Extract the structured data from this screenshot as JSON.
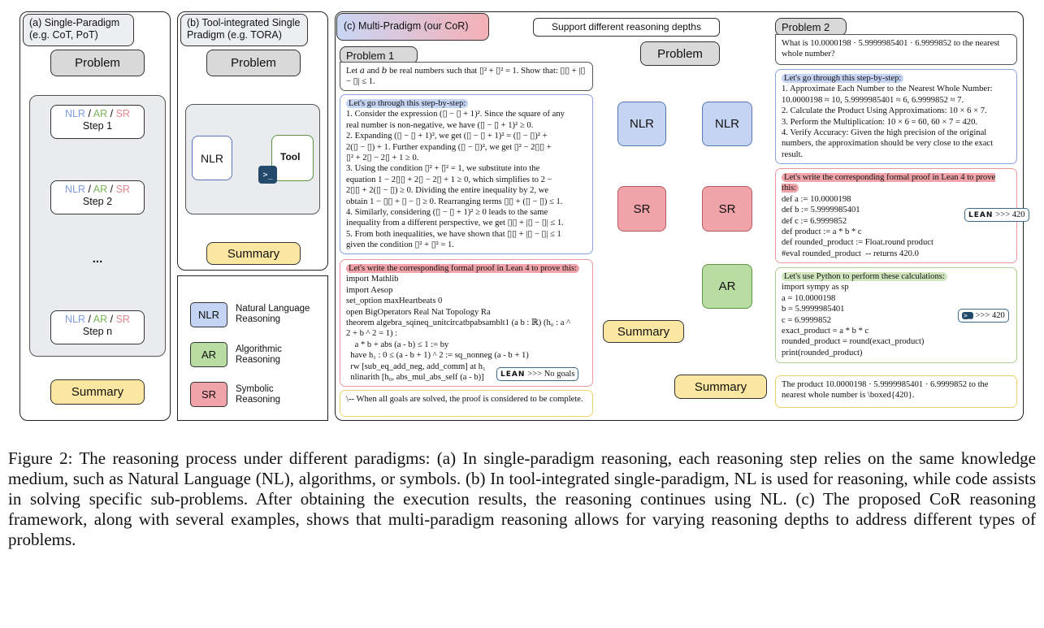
{
  "panel_a": {
    "tab": "(a) Single-Paradigm\n(e.g. CoT, PoT)",
    "problem": "Problem",
    "nlr": "NLR",
    "ar": "AR",
    "sr": "SR",
    "sep": " / ",
    "step1": "Step 1",
    "step2": "Step 2",
    "dots": "...",
    "stepn": "Step n",
    "summary": "Summary"
  },
  "panel_b": {
    "tab": "(b) Tool-integrated Single\nPradigm (e.g. TORA)",
    "problem": "Problem",
    "nlr": "NLR",
    "tool": "Tool",
    "summary": "Summary"
  },
  "legend": {
    "items": [
      {
        "key": "NLR",
        "label": "Natural Language\nReasoning"
      },
      {
        "key": "AR",
        "label": "Algorithmic\nReasoning"
      },
      {
        "key": "SR",
        "label": "Symbolic\nReasoning"
      }
    ]
  },
  "panel_c": {
    "tab": "(c) Multi-Pradigm (our CoR)",
    "callout": "Support different reasoning depths",
    "problem": "Problem",
    "nlr": "NLR",
    "sr": "SR",
    "ar": "AR",
    "summary": "Summary",
    "p1": {
      "tab": "Problem 1",
      "statement": "Let 𝑎 and 𝑏 be real numbers such that ▯² + ▯² = 1. Show that: ▯▯ + |▯ − ▯| ≤ 1.",
      "nl_head": "Let's go through this step-by-step:",
      "nl_lines": [
        "1. Consider the expression (▯ − ▯ + 1)². Since the square of any",
        "real number is non-negative, we have (▯ − ▯ + 1)² ≥ 0.",
        "2. Expanding (▯ − ▯ + 1)², we get (▯ − ▯ + 1)² = (▯ − ▯)² +",
        "2(▯ − ▯) + 1. Further expanding (▯ − ▯)², we get ▯² − 2▯▯ +",
        "▯² + 2▯ − 2▯ + 1 ≥ 0.",
        "3. Using the condition ▯² + ▯² = 1, we substitute into the",
        "equation 1 − 2▯▯ + 2▯ − 2▯ + 1 ≥ 0, which simplifies to 2 −",
        "2▯▯ + 2(▯ − ▯) ≥ 0. Dividing the entire inequality by 2, we",
        "obtain 1 − ▯▯ + ▯ − ▯ ≥ 0. Rearranging terms ▯▯ + (▯ − ▯) ≤ 1.",
        "4. Similarly, considering (▯ − ▯ + 1)² ≥ 0 leads to the same",
        "inequality from a different perspective, we get ▯▯ + |▯ − ▯| ≤ 1.",
        "5. From both inequalities, we have shown that ▯▯ + |▯ − ▯| ≤ 1",
        "given the condition ▯² + ▯² = 1."
      ],
      "sr_head": "Let's write the corresponding formal proof in Lean 4 to prove this:",
      "sr_lines": [
        "import Mathlib",
        "import Aesop",
        "set_option maxHeartbeats 0",
        "open BigOperators Real Nat Topology Ra",
        "theorem algebra_sqineq_unitcircatbpabsamblt1 (a b : ℝ) (h₀ : a ^",
        "2 + b ^ 2 = 1) :",
        "    a * b + abs (a - b) ≤ 1 := by",
        "  have h₁ : 0 ≤ (a - b + 1) ^ 2 := sq_nonneg (a - b + 1)",
        "  rw [sub_eq_add_neg, add_comm] at h₁",
        "  nlinarith [h₀, abs_mul_abs_self (a - b)]"
      ],
      "lean_badge": "LEAN",
      "lean_result": ">>> No goals",
      "summary_text": "\\-- When all goals are solved, the proof is considered to be complete."
    },
    "p2": {
      "tab": "Problem 2",
      "statement": "What is 10.0000198 · 5.9999985401 · 6.9999852 to the nearest whole number?",
      "nl_head": "Let's go through this step-by-step:",
      "nl_lines": [
        "1. Approximate Each Number to the Nearest Whole Number:",
        "10.0000198 ≈ 10, 5.9999985401 ≈ 6, 6.9999852 ≈ 7.",
        "2. Calculate the Product Using Approximations: 10 × 6 × 7.",
        "3. Perform the Multiplication: 10 × 6 = 60, 60 × 7 = 420.",
        "4. Verify Accuracy: Given the high precision of the original",
        "numbers, the approximation should be very close to the exact",
        "result."
      ],
      "sr_head": "Let's write the corresponding formal proof in Lean 4 to prove this:",
      "sr_lines": [
        "def a := 10.0000198",
        "def b := 5.9999985401",
        "def c := 6.9999852",
        "def product := a * b * c",
        "def rounded_product := Float.round product",
        "#eval rounded_product  -- returns 420.0"
      ],
      "lean_badge": "LEAN",
      "lean_result": ">>> 420",
      "ar_head": "Let's use Python to perform these calculations:",
      "ar_lines": [
        "import sympy as sp",
        "a = 10.0000198",
        "b = 5.9999985401",
        "c = 6.9999852",
        "exact_product = a * b * c",
        "rounded_product = round(exact_product)",
        "print(rounded_product)"
      ],
      "py_result": ">>> 420",
      "summary_text": "The product 10.0000198 · 5.9999985401 · 6.9999852 to the nearest whole number is \\boxed{420}."
    }
  },
  "caption": "Figure 2: The reasoning process under different paradigms: (a) In single-paradigm reasoning, each reasoning step relies on the same knowledge medium, such as Natural Language (NL), algorithms, or symbols. (b) In tool-integrated single-paradigm, NL is used for reasoning, while code assists in solving specific sub-problems. After obtaining the execution results, the reasoning continues using NL. (c) The proposed CoR reasoning framework, along with several examples, shows that multi-paradigm reasoning allows for varying reasoning depths to address different types of problems."
}
